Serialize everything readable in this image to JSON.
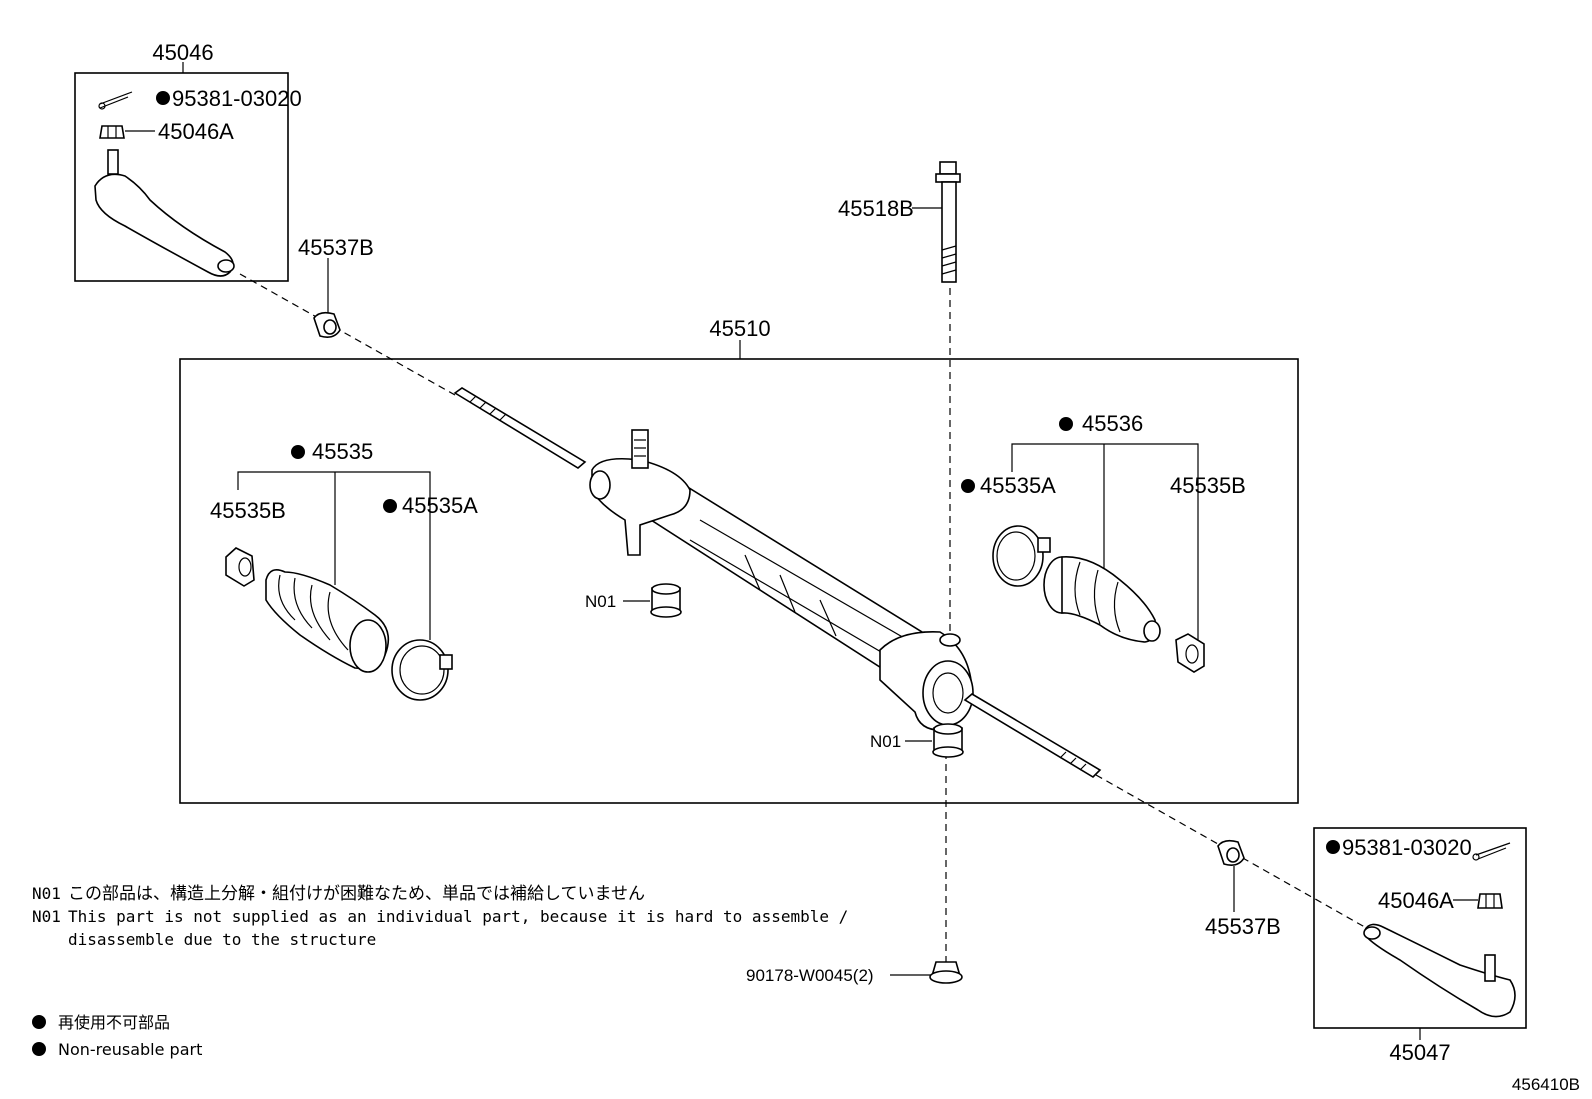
{
  "labels": {
    "tie_rod_end_lh": "45046",
    "cotter_pin_top": "95381-03020",
    "nut_top": "45046A",
    "clamp_top": "45537B",
    "bolt": "45518B",
    "gear_assy": "45510",
    "boot_kit_left": "45535",
    "clip_left": "45535B",
    "band_left": "45535A",
    "boot_kit_right": "45536",
    "band_right": "45535A",
    "clip_right": "45535B",
    "n01_a": "N01",
    "n01_b": "N01",
    "clamp_bottom": "45537B",
    "cotter_pin_bottom": "95381-03020",
    "nut_bottom": "45046A",
    "tie_rod_end_rh": "45047",
    "nut_bolt": "90178-W0045(2)",
    "diagram_id": "456410B"
  },
  "notes": {
    "n01_jp_code": "N01",
    "n01_jp": "この部品は、構造上分解・組付けが困難なため、単品では補給していません",
    "n01_en_code": "N01",
    "n01_en_line1": "This part is not supplied as an individual part, because it is hard to assemble /",
    "n01_en_line2": "disassemble due to the structure"
  },
  "legend": {
    "nonreusable_jp": "再使用不可部品",
    "nonreusable_en": "Non-reusable part"
  }
}
